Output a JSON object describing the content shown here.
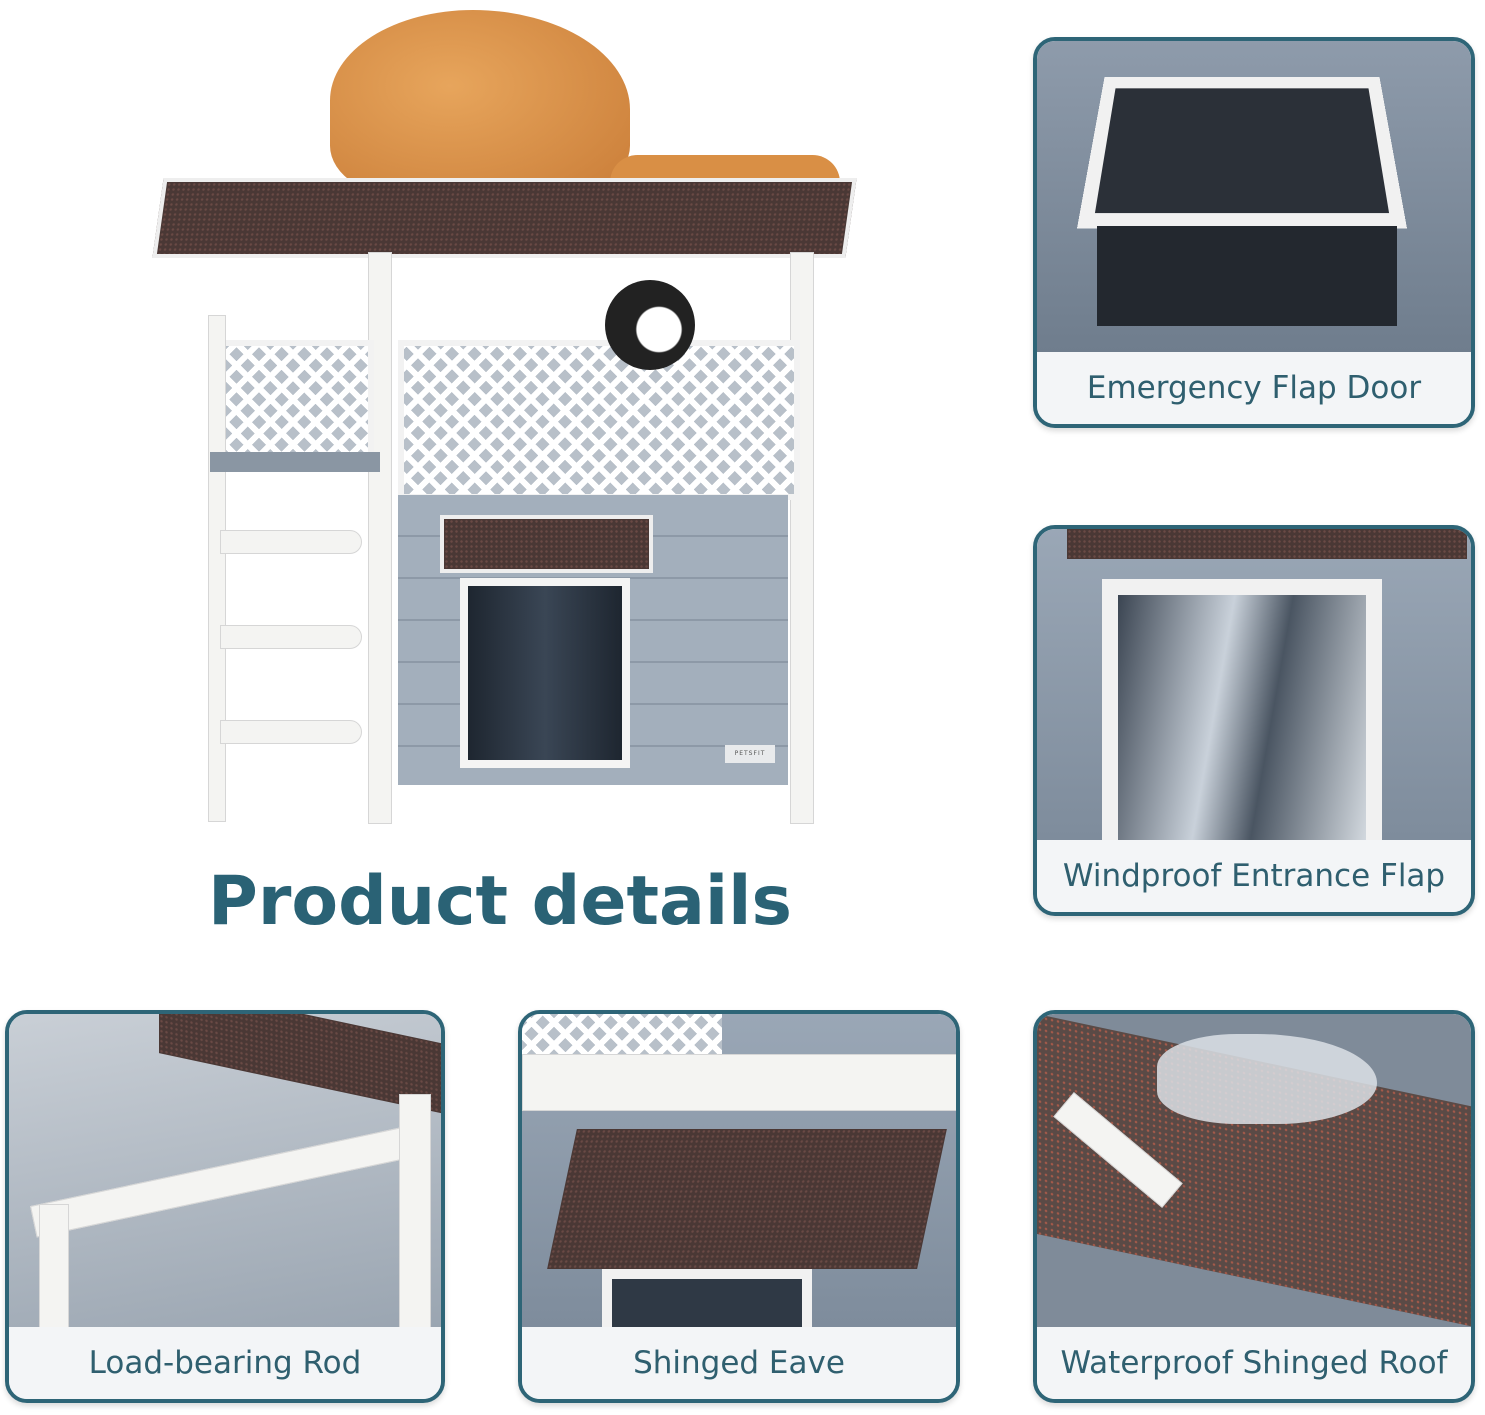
{
  "heading": "Product details",
  "brand_logo": "PETSFIT",
  "colors": {
    "accent": "#2e6577",
    "label_text": "#2f5f6f",
    "title": "#2a6275"
  },
  "features": [
    {
      "label": "Emergency Flap Door"
    },
    {
      "label": "Windproof Entrance Flap"
    },
    {
      "label": "Load-bearing Rod"
    },
    {
      "label": "Shinged Eave"
    },
    {
      "label": "Waterproof Shinged Roof"
    }
  ]
}
